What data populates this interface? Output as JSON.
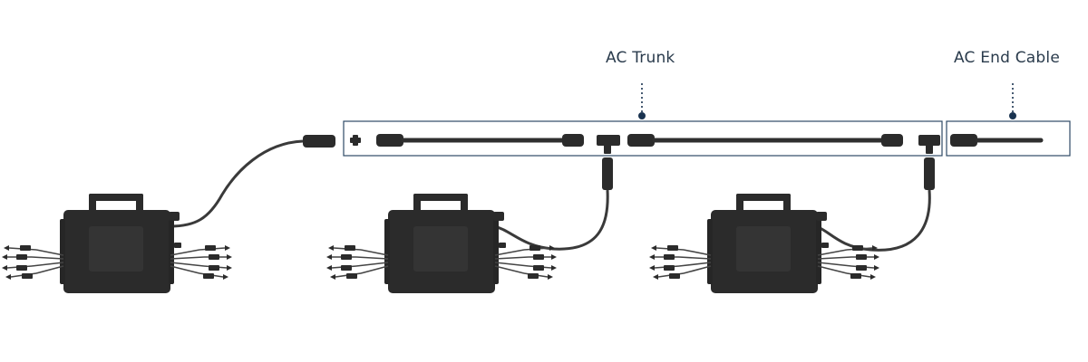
{
  "labels": {
    "ac_trunk": "AC Trunk",
    "ac_end_cable": "AC End Cable"
  },
  "colors": {
    "callout_box": "#2e4a66",
    "callout_dot": "#1a3350",
    "device": "#2b2b2b",
    "cable": "#3a3a3a",
    "label_text": "#2a3b4c"
  },
  "icons": {
    "microinverter": "microinverter-icon",
    "trunk_cable": "ac-trunk-cable-icon",
    "end_cable": "ac-end-cable-icon",
    "end_cap": "end-cap-icon",
    "t_connector": "t-connector-icon"
  },
  "counts": {
    "microinverters": 3
  }
}
